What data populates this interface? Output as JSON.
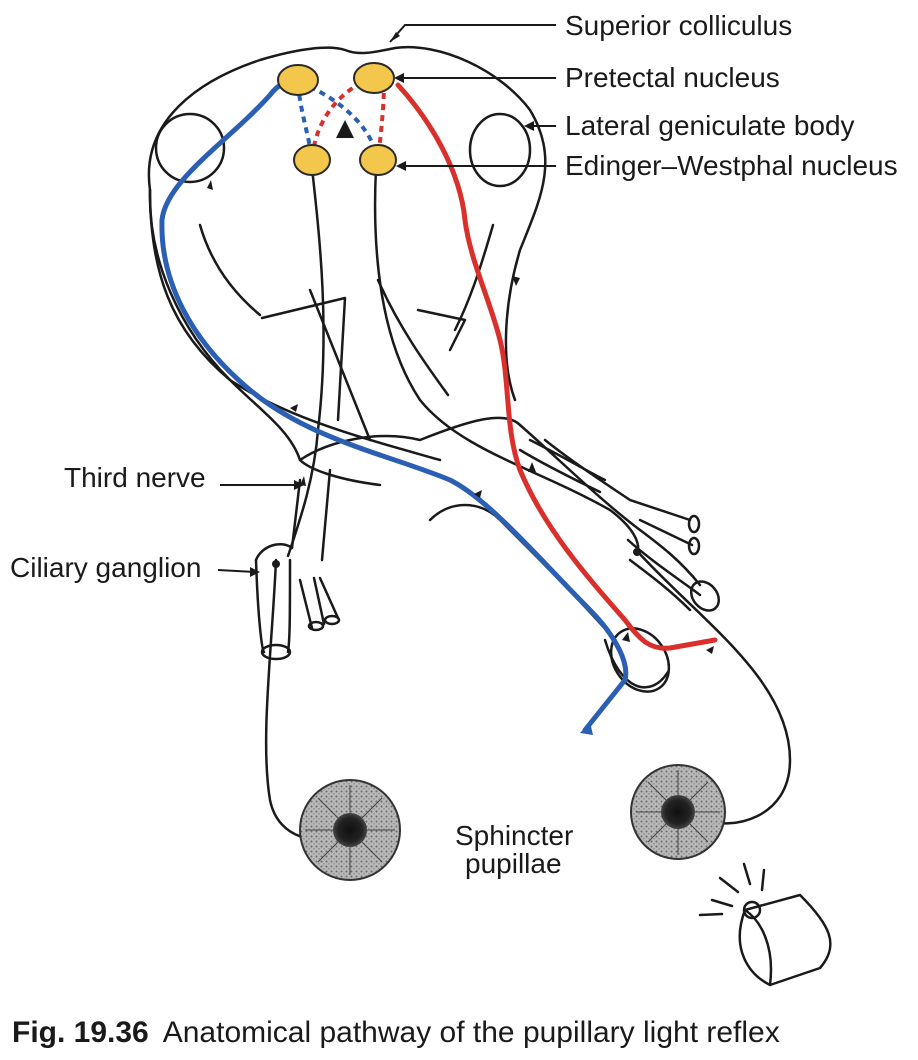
{
  "labels": {
    "superior_colliculus": "Superior colliculus",
    "pretectal_nucleus": "Pretectal nucleus",
    "lateral_geniculate_body": "Lateral geniculate body",
    "edinger_westphal_nucleus": "Edinger–Westphal nucleus",
    "third_nerve": "Third nerve",
    "ciliary_ganglion": "Ciliary ganglion",
    "sphincter_line1": "Sphincter",
    "sphincter_line2": "pupillae"
  },
  "caption": {
    "figure_number": "Fig. 19.36",
    "text": "Anatomical pathway of the pupillary light reflex"
  },
  "colors": {
    "left_pathway": "#2b5fb4",
    "right_pathway": "#d9302c",
    "nucleus_fill": "#f3c74b",
    "outline": "#1a1a1a"
  }
}
